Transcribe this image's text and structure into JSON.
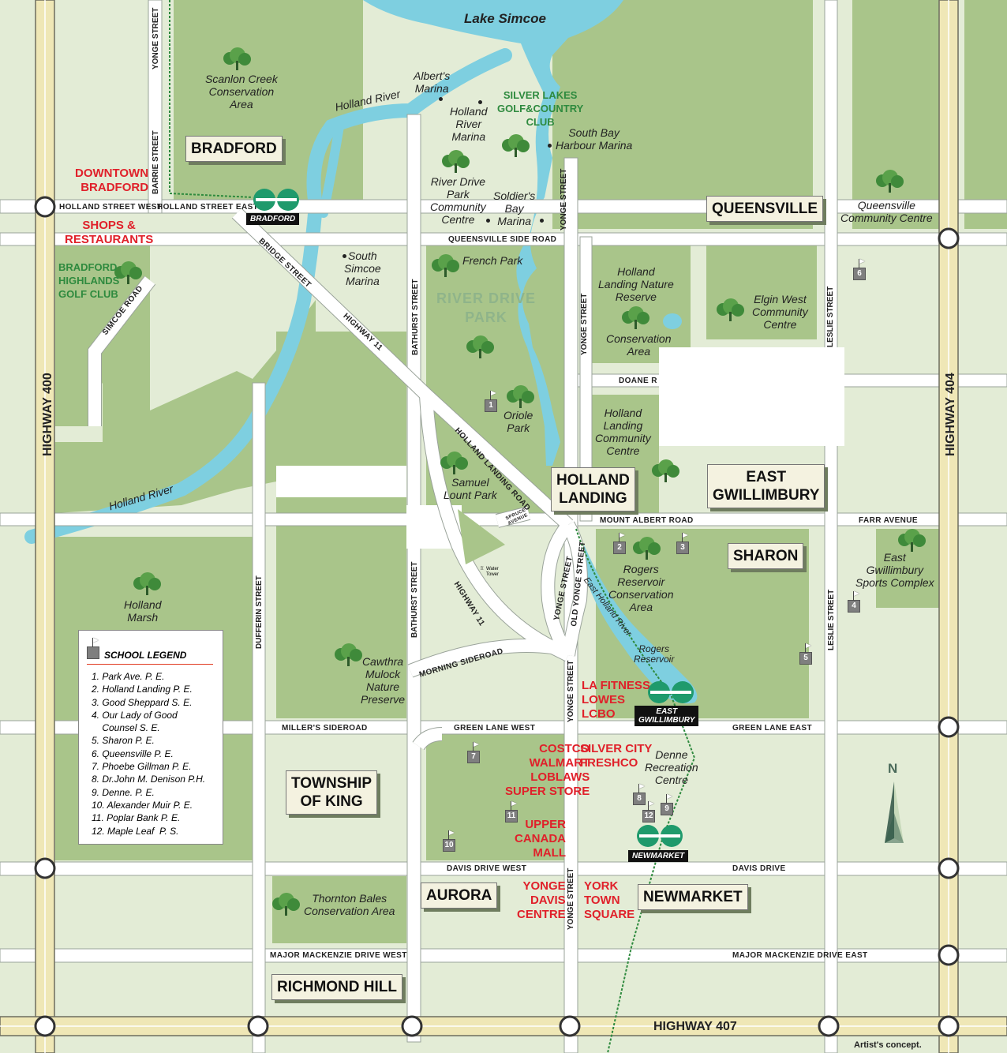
{
  "lake_label": "Lake Simcoe",
  "areas": [
    {
      "name": "BRADFORD"
    },
    {
      "name": "QUEENSVILLE"
    },
    {
      "name": "HOLLAND\nLANDING"
    },
    {
      "name": "EAST\nGWILLIMBURY"
    },
    {
      "name": "SHARON"
    },
    {
      "name": "TOWNSHIP\nOF KING"
    },
    {
      "name": "AURORA"
    },
    {
      "name": "NEWMARKET"
    },
    {
      "name": "RICHMOND HILL"
    }
  ],
  "highways": {
    "h400": "HIGHWAY 400",
    "h404": "HIGHWAY 404",
    "h407": "HIGHWAY 407"
  },
  "roads": {
    "yonge_street": "YONGE STREET",
    "barrie_street": "BARRIE STREET",
    "holland_street_west": "HOLLAND STREET WEST",
    "holland_street_east": "HOLLAND STREET EAST",
    "simcoe_road": "SIMCOE ROAD",
    "bridge_street": "BRIDGE STREET",
    "highway_11": "HIGHWAY 11",
    "bathurst_street": "BATHURST STREET",
    "queensville_side_road": "QUEENSVILLE SIDE ROAD",
    "doane_road": "DOANE R",
    "leslie_street": "LESLIE STREET",
    "holland_landing_road": "HOLLAND LANDING ROAD",
    "spruce_avenue": "SPRUCE\nAVENUE",
    "mount_albert_road": "MOUNT ALBERT ROAD",
    "farr_avenue": "FARR AVENUE",
    "old_yonge_street": "OLD YONGE STREET",
    "dufferin_street": "DUFFERIN STREET",
    "morning_sideroad": "MORNING SIDEROAD",
    "millers_sideroad": "MILLER'S SIDEROAD",
    "green_lane_west": "GREEN LANE WEST",
    "green_lane_east": "GREEN LANE EAST",
    "davis_drive_west": "DAVIS DRIVE WEST",
    "davis_drive": "DAVIS DRIVE",
    "major_mackenzie_west": "MAJOR MACKENZIE DRIVE WEST",
    "major_mackenzie_east": "MAJOR MACKENZIE DRIVE EAST"
  },
  "rivers": {
    "holland_river": "Holland River",
    "east_holland_river": "East Holland River",
    "rogers_reservoir": "Rogers\nReservoir"
  },
  "places": {
    "scanlon": "Scanlon Creek\nConservation\nArea",
    "alberts_marina": "Albert's\nMarina",
    "holland_river_marina": "Holland\nRiver\nMarina",
    "silver_lakes": "SILVER LAKES\nGOLF&COUNTRY\nCLUB",
    "south_bay": "South Bay\nHarbour Marina",
    "river_drive_park_cc": "River Drive\nPark\nCommunity\nCentre",
    "soldiers_bay": "Soldier's\nBay\nMarina",
    "queensville_cc": "Queensville\nCommunity Centre",
    "south_simcoe_marina": "South\nSimcoe\nMarina",
    "french_park": "French Park",
    "river_drive_park": "RIVER DRIVE\nPARK",
    "holland_landing_nature": "Holland\nLanding Nature\nReserve",
    "conservation_area": "Conservation\nArea",
    "elgin_west": "Elgin West\nCommunity\nCentre",
    "oriole_park": "Oriole\nPark",
    "holland_landing_cc": "Holland\nLanding\nCommunity\nCentre",
    "samuel_lount": "Samuel\nLount Park",
    "water_tower": "Water\nTower",
    "rogers_reservoir_ca": "Rogers\nReservoir\nConservation\nArea",
    "east_gwillimbury_sports": "East\nGwillimbury\nSports Complex",
    "holland_marsh": "Holland\nMarsh",
    "cawthra": "Cawthra\nMulock\nNature\nPreserve",
    "denne": "Denne\nRecreation\nCentre",
    "thornton_bales": "Thornton Bales\nConservation Area",
    "bradford_highlands": "BRADFORD\nHIGHLANDS\nGOLF CLUB"
  },
  "shopping": {
    "downtown_bradford": "DOWNTOWN\nBRADFORD",
    "shops_restaurants": "SHOPS &\nRESTAURANTS",
    "la_fitness": "LA FITNESS\nLOWES\nLCBO",
    "costco": "COSTCO\nWALMART\nLOBLAWS\nSUPER STORE",
    "silver_city": "SILVER CITY\nFRESHCO",
    "upper_canada": "UPPER\nCANADA\nMALL",
    "yonge_davis": "YONGE\nDAVIS\nCENTRE",
    "york_town": "YORK\nTOWN\nSQUARE"
  },
  "go_stations": {
    "bradford": "BRADFORD",
    "east_gwillimbury": "EAST\nGWILLIMBURY",
    "newmarket": "NEWMARKET"
  },
  "legend": {
    "title": "SCHOOL LEGEND",
    "items": [
      "1. Park Ave. P. E.",
      "2. Holland Landing P. E.",
      "3. Good Sheppard S. E.",
      "4. Our Lady of Good",
      "    Counsel S. E.",
      "5. Sharon P. E.",
      "6. Queensville P. E.",
      "7. Phoebe Gillman P. E.",
      "8. Dr.John M. Denison P.H.",
      "9. Denne. P. E.",
      "10. Alexander Muir P. E.",
      "11. Poplar Bank P. E.",
      "12. Maple Leaf  P. S."
    ]
  },
  "school_flags": [
    "1",
    "2",
    "3",
    "4",
    "5",
    "6",
    "7",
    "8",
    "9",
    "10",
    "11",
    "12"
  ],
  "compass": "N",
  "note": "Artist's concept.",
  "colors": {
    "land": "#e3ecd6",
    "green": "#a9c58a",
    "water": "#7ecfe0",
    "road": "#ffffff",
    "highway": "#efe7b6",
    "red": "#e0202a",
    "go": "#1f9a6c"
  }
}
